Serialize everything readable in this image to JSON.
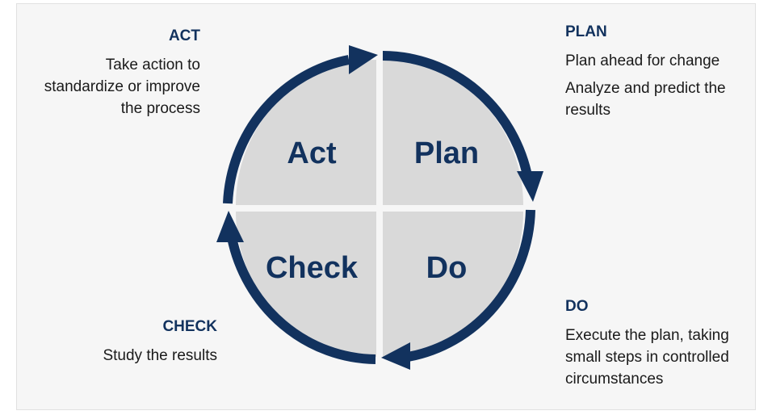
{
  "colors": {
    "navy": "#12325e",
    "quadrant_fill": "#d9d9d9",
    "background": "#f6f6f6",
    "text": "#1a1a1a"
  },
  "quadrants": {
    "act": "Act",
    "plan": "Plan",
    "do": "Do",
    "check": "Check"
  },
  "act": {
    "heading": "ACT",
    "lines": [
      "Take action to",
      "standardize or improve",
      "the process"
    ]
  },
  "plan": {
    "heading": "PLAN",
    "items": [
      "Plan ahead for change",
      "Analyze and predict the",
      "results"
    ]
  },
  "do": {
    "heading": "DO",
    "lines": [
      "Execute the plan, taking",
      "small steps in controlled",
      "circumstances"
    ]
  },
  "check": {
    "heading": "CHECK",
    "lines": [
      "Study the results"
    ]
  }
}
